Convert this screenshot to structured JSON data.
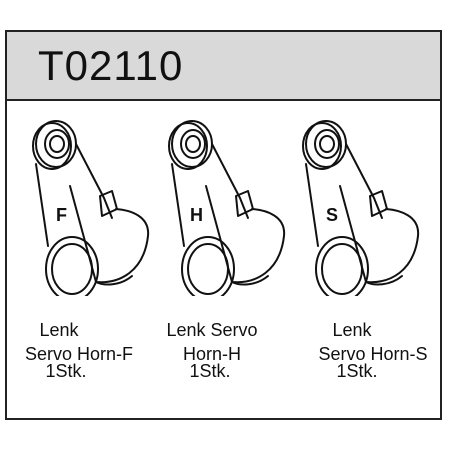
{
  "header": {
    "part_number": "T02110"
  },
  "parts": [
    {
      "letter": "F",
      "name_line1": "Lenk",
      "name_line2": "Servo Horn-F",
      "qty": "1Stk."
    },
    {
      "letter": "H",
      "name_line1": "Lenk Servo",
      "name_line2": "Horn-H",
      "qty": "1Stk."
    },
    {
      "letter": "S",
      "name_line1": "Lenk",
      "name_line2": "Servo Horn-S",
      "qty": "1Stk."
    }
  ]
}
